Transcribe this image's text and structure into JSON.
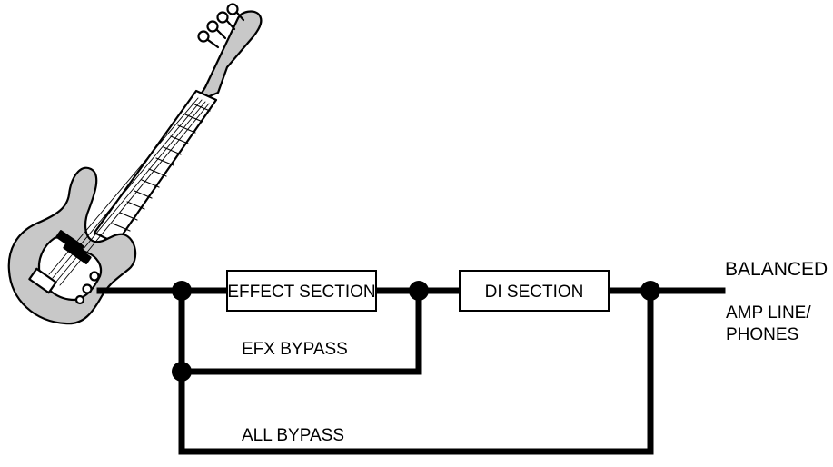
{
  "diagram": {
    "blocks": {
      "effect_section": "EFFECT SECTION",
      "di_section": "DI SECTION"
    },
    "paths": {
      "efx_bypass": "EFX BYPASS",
      "all_bypass": "ALL BYPASS"
    },
    "outputs": {
      "balanced": "BALANCED",
      "amp_line_1": "AMP LINE/",
      "amp_line_2": "PHONES"
    },
    "colors": {
      "line": "#000000",
      "guitar_body": "#c8c8c8",
      "guitar_fill_light": "#ffffff"
    },
    "icons": [
      "bass-guitar-icon"
    ]
  }
}
